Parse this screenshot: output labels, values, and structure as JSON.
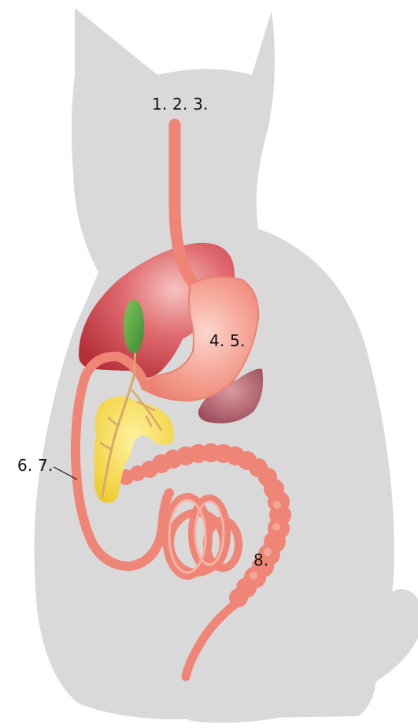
{
  "labels": {
    "esophagus": "1. 2. 3.",
    "stomach": "4. 5.",
    "small_intestine": "6. 7.",
    "large_intestine": "8."
  },
  "colors": {
    "silhouette": "#d9d9d9",
    "tract": "#ef8577",
    "liver": "#c94048",
    "gallbladder": "#5aa844",
    "pancreas": "#f3dc4a",
    "spleen": "#a95865",
    "bile_duct": "#d9a86a"
  }
}
